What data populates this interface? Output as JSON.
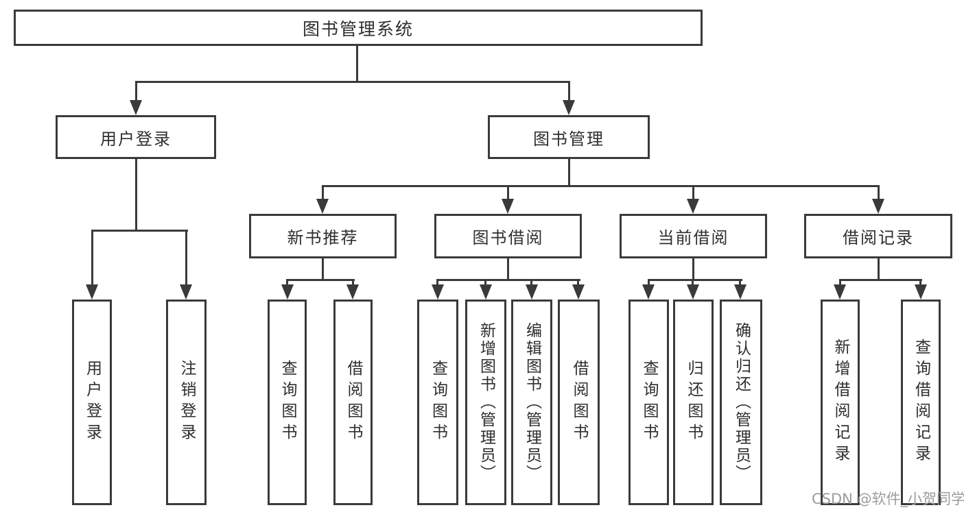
{
  "watermark": "CSDN @软件_小贺同学",
  "colors": {
    "line": "#3a3a3a",
    "text": "#2e2e2e",
    "box_background": "#ffffff",
    "watermark": "#9c9c9c"
  },
  "tree": {
    "root": "图书管理系统",
    "branches": [
      {
        "label": "用户登录",
        "children": [
          "用户登录",
          "注销登录"
        ]
      },
      {
        "label": "图书管理",
        "sections": [
          {
            "label": "新书推荐",
            "children": [
              "查询图书",
              "借阅图书"
            ]
          },
          {
            "label": "图书借阅",
            "children": [
              "查询图书",
              "新增图书（管理员）",
              "编辑图书（管理员）",
              "借阅图书"
            ]
          },
          {
            "label": "当前借阅",
            "children": [
              "查询图书",
              "归还图书",
              "确认归还（管理员）"
            ]
          },
          {
            "label": "借阅记录",
            "children": [
              "新增借阅记录",
              "查询借阅记录"
            ]
          }
        ]
      }
    ]
  }
}
